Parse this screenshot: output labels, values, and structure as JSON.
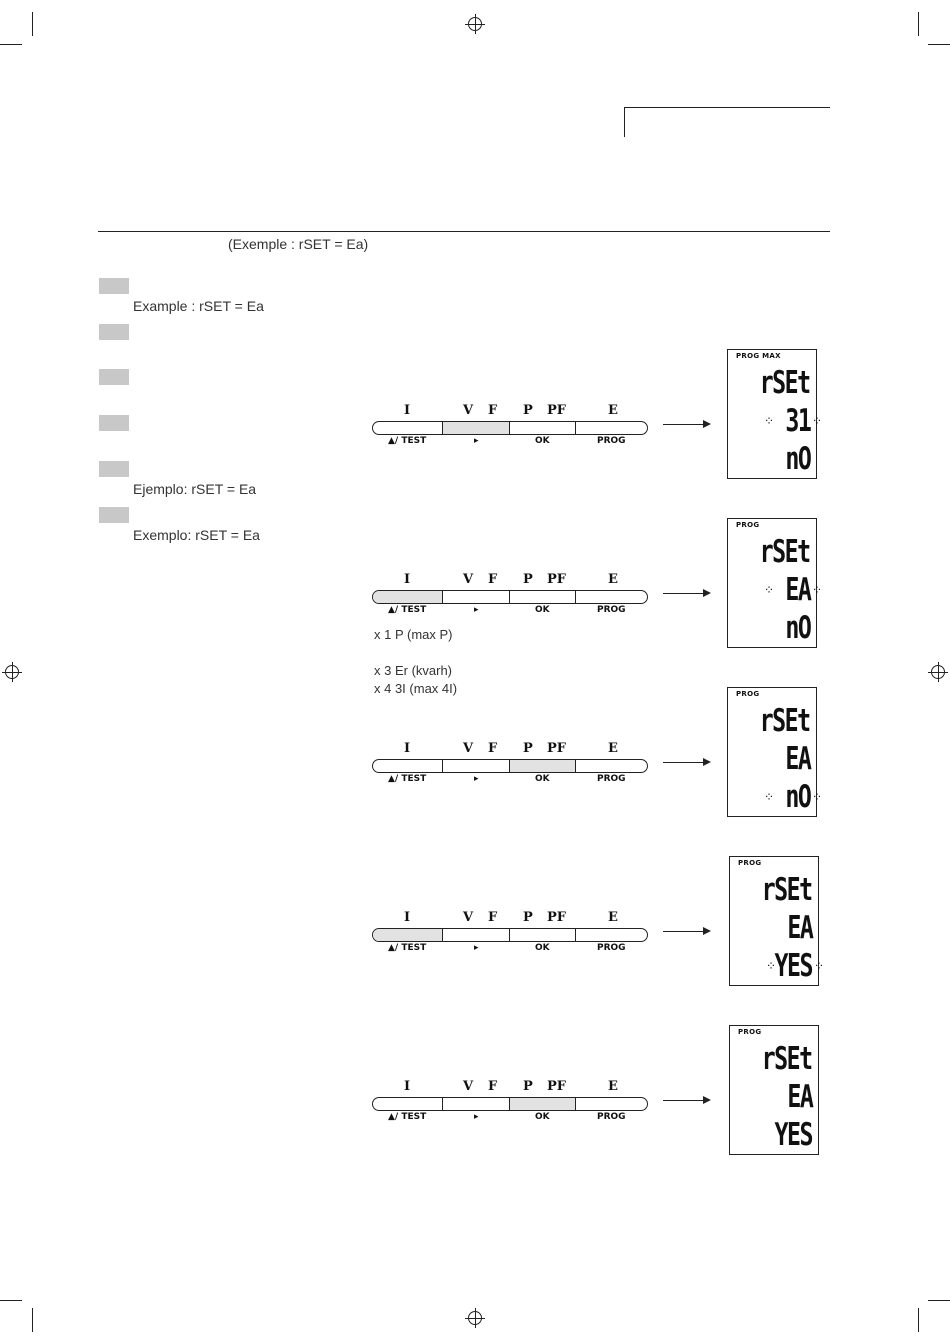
{
  "header_example": "(Exemple : rSET = Ea)",
  "steps": [
    {
      "text": ""
    },
    {
      "text": "Example : rSET = Ea"
    },
    {
      "text": ""
    },
    {
      "text": ""
    },
    {
      "text": ""
    },
    {
      "text": "Ejemplo: rSET = Ea"
    },
    {
      "text": "Exemplo: rSET = Ea"
    }
  ],
  "notes": {
    "line1": "x 1 P (max P)",
    "line2": "x 3 Er (kvarh)",
    "line3": "x 4 3I (max 4I)"
  },
  "keypad": {
    "key_i": "I",
    "key_v": "V",
    "key_f": "F",
    "key_p": "P",
    "key_pf": "PF",
    "key_e": "E",
    "sub_test": "▲/ TEST",
    "sub_arrow": "▸",
    "sub_ok": "OK",
    "sub_prog": "PROG"
  },
  "displays": [
    {
      "tag": "PROG   MAX",
      "row1": "rSEt",
      "row2": "31",
      "row3": "nO",
      "highlight": "vf"
    },
    {
      "tag": "PROG",
      "row1": "rSEt",
      "row2": "EA",
      "row3": "nO",
      "highlight": "i"
    },
    {
      "tag": "PROG",
      "row1": "rSEt",
      "row2": "EA",
      "row3": "nO",
      "highlight": "p"
    },
    {
      "tag": "PROG",
      "row1": "rSEt",
      "row2": "EA",
      "row3": "YES",
      "highlight": "i"
    },
    {
      "tag": "PROG",
      "row1": "rSEt",
      "row2": "EA",
      "row3": "YES",
      "highlight": "p"
    }
  ]
}
